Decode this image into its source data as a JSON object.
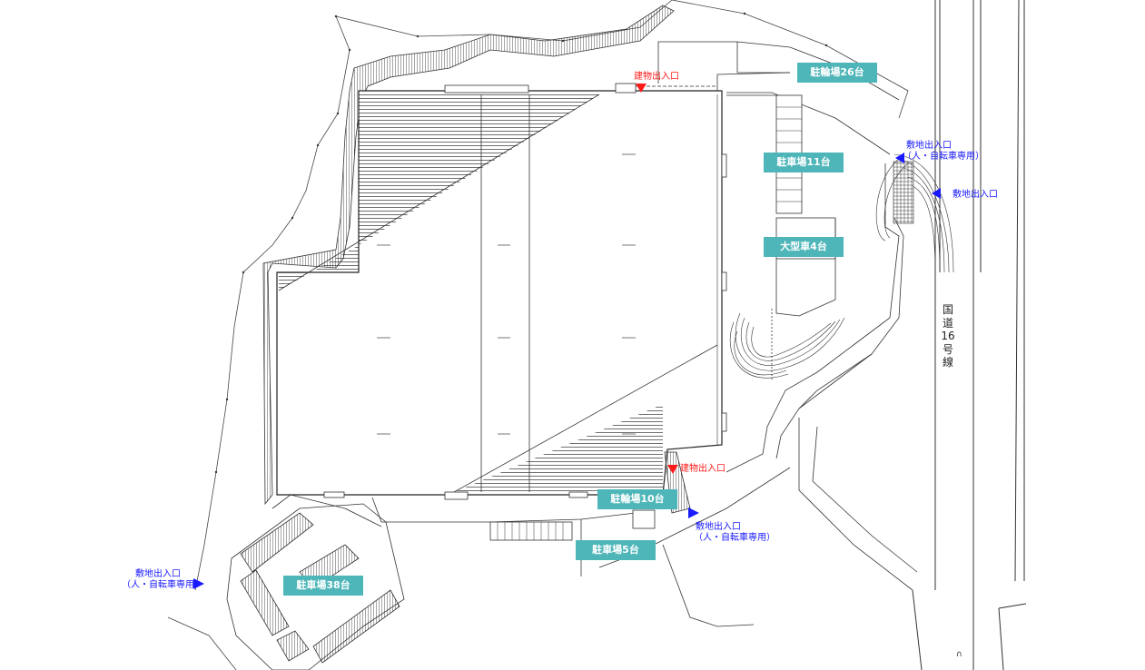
{
  "badges": {
    "bicycle_26": "駐輪場26台",
    "parking_11": "駐車場11台",
    "large_4": "大型車4台",
    "bicycle_10": "駐輪場10台",
    "parking_5": "駐車場5台",
    "parking_38": "駐車場38台"
  },
  "entrances": {
    "building_top": "建物出入口",
    "building_bottom": "建物出入口",
    "site_ped_top": "敷地出入口",
    "site_ped_top_note": "（人・自転車専用）",
    "site_right": "敷地出入口",
    "site_ped_bottom": "敷地出入口",
    "site_ped_bottom_note": "（人・自転車専用）",
    "site_ped_left": "敷地出入口",
    "site_ped_left_note": "（人・自転車専用）"
  },
  "road": {
    "name": "国道16号線"
  },
  "colors": {
    "badge": "#4eb5b8",
    "entrance_site": "#1a1aff",
    "entrance_building": "#ff1a1a",
    "line": "#333333"
  }
}
